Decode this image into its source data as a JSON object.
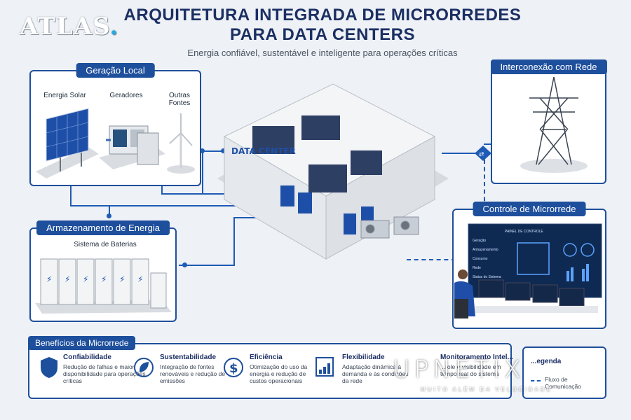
{
  "header": {
    "logo": "ATLAS",
    "logo_dot": ".",
    "title_line1": "ARQUITETURA INTEGRADA DE MICRORREDES",
    "title_line2": "PARA DATA CENTERS",
    "subtitle": "Energia confiável, sustentável e inteligente para operações críticas"
  },
  "generation": {
    "title": "Geração Local",
    "solar": "Energia Solar",
    "generators": "Geradores",
    "other_line1": "Outras",
    "other_line2": "Fontes"
  },
  "storage": {
    "title": "Armazenamento de Energia",
    "batteries": "Sistema de Baterias"
  },
  "datacenter": {
    "label": "DATA CENTER"
  },
  "grid": {
    "title": "Interconexão com Rede"
  },
  "control": {
    "title": "Controle de Microrrede",
    "panel_title": "PAINEL DE CONTROLE",
    "menu": [
      "Geração",
      "Armazenamento",
      "Consumo",
      "Rede",
      "Status do Sistema"
    ]
  },
  "benefits": {
    "title": "Benefícios da Microrrede",
    "items": [
      {
        "title": "Confiabilidade",
        "text": "Redução de falhas e maior disponibilidade para operações críticas"
      },
      {
        "title": "Sustentabilidade",
        "text": "Integração de fontes renováveis e redução de emissões"
      },
      {
        "title": "Eficiência",
        "text": "Otimização do uso da energia e redução de custos operacionais"
      },
      {
        "title": "Flexibilidade",
        "text": "Adaptação dinâmica à demanda e às condições da rede"
      },
      {
        "title": "Monitoramento Intel...",
        "text": "...role e visibilidade em tempo real do sistema"
      }
    ],
    "legend_title": "...egenda",
    "legend_item": "Fluxo de Comunicação"
  },
  "watermark": {
    "brand": "UPNETIX",
    "tagline": "MUITO ALÉM DA VELOCIDADE"
  },
  "colors": {
    "primary": "#1e4f9c",
    "line": "#1e5bb5",
    "title": "#1b2f63"
  }
}
